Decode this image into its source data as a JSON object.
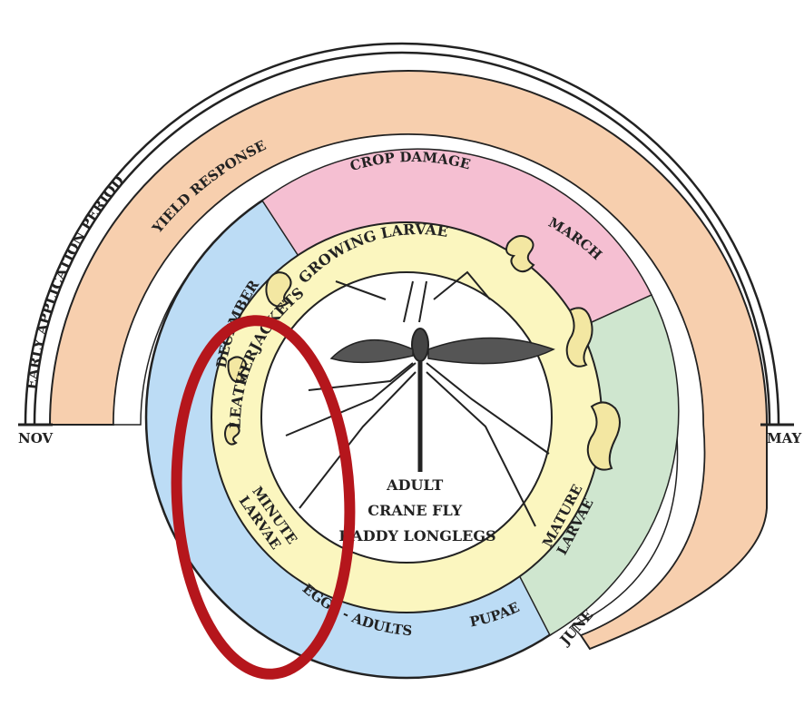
{
  "colors": {
    "early_band": "#ffffff",
    "yield_band": "#f7cfae",
    "crop_band": "#ffffff",
    "blue_ring": "#bcdcf5",
    "pink_ring": "#f5bfd2",
    "green_ring": "#cfe6cf",
    "yellow_ring": "#fbf6bf",
    "larva_fill": "#f3e7a2",
    "outline": "#222222",
    "highlight": "#b5161c"
  },
  "bands": {
    "early_application": "EARLY APPLICATION PERIOD",
    "yield_response": "YIELD RESPONSE",
    "crop_damage": "CROP DAMAGE"
  },
  "months": {
    "start": "NOV",
    "end": "MAY",
    "december": "DECEMBER",
    "march": "MARCH",
    "june": "JUNE"
  },
  "stages": {
    "growing_larvae": "GROWING LARVAE",
    "leatherjackets": "LEATHERJACKETS",
    "minute_larvae": [
      "MINUTE",
      "LARVAE"
    ],
    "eggs_adults": "EGGS - ADULTS",
    "pupae": "PUPAE",
    "mature_larvae": [
      "MATURE",
      "LARVAE"
    ]
  },
  "center": {
    "lines": [
      "ADULT",
      "CRANE FLY",
      "DADDY LONGLEGS"
    ]
  },
  "icons": [
    "larva-icon",
    "crane-fly-icon"
  ]
}
